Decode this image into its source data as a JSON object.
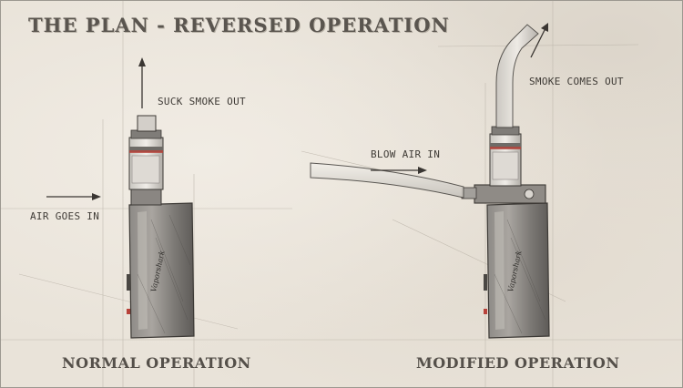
{
  "title": "THE PLAN - REVERSED OPERATION",
  "left": {
    "caption": "NORMAL OPERATION",
    "label_out": "SUCK SMOKE OUT",
    "label_in": "AIR GOES IN",
    "brand": "Vaporshark"
  },
  "right": {
    "caption": "MODIFIED OPERATION",
    "label_out": "SMOKE COMES OUT",
    "label_in": "BLOW AIR IN",
    "brand": "Vaporshark"
  },
  "colors": {
    "paper": "#e9e3d9",
    "ink": "#3f3b36",
    "accent_red": "#b8423a"
  }
}
